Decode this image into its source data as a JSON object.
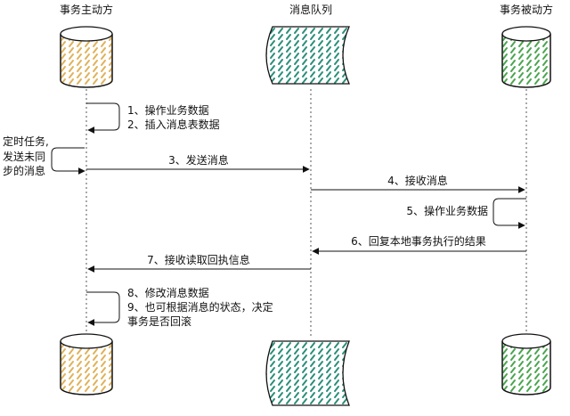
{
  "participants": [
    {
      "name": "事务主动方",
      "kind": "database",
      "accent": "#e0b25a"
    },
    {
      "name": "消息队列",
      "kind": "queue",
      "accent": "#2b8f7a"
    },
    {
      "name": "事务被动方",
      "kind": "database",
      "accent": "#4aa64f"
    }
  ],
  "steps": {
    "s1": "1、操作业务数据",
    "s2": "2、插入消息表数据",
    "s3": "3、发送消息",
    "s4": "4、接收消息",
    "s5": "5、操作业务数据",
    "s6": "6、回复本地事务执行的结果",
    "s7": "7、接收读取回执信息",
    "s8": "8、修改消息数据",
    "s9_line1": "9、也可根据消息的状态，决定",
    "s9_line2": "事务是否回滚"
  },
  "side_note": {
    "line1": "定时任务,",
    "line2": "发送未同",
    "line3": "步的消息"
  }
}
